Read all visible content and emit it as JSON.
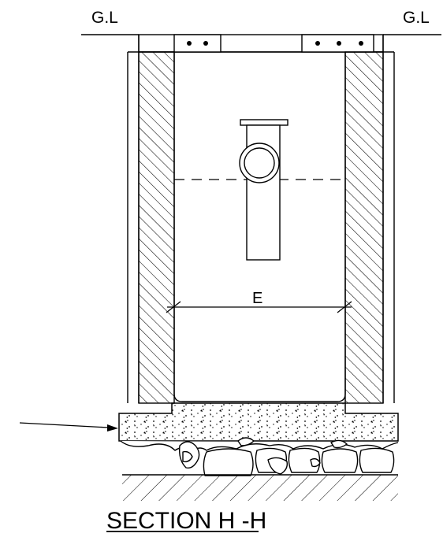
{
  "labels": {
    "ground_level_left": "G.L",
    "ground_level_right": "G.L",
    "dimension": "E",
    "section_title": "SECTION H -H"
  },
  "colors": {
    "line": "#000000",
    "background": "#ffffff"
  }
}
